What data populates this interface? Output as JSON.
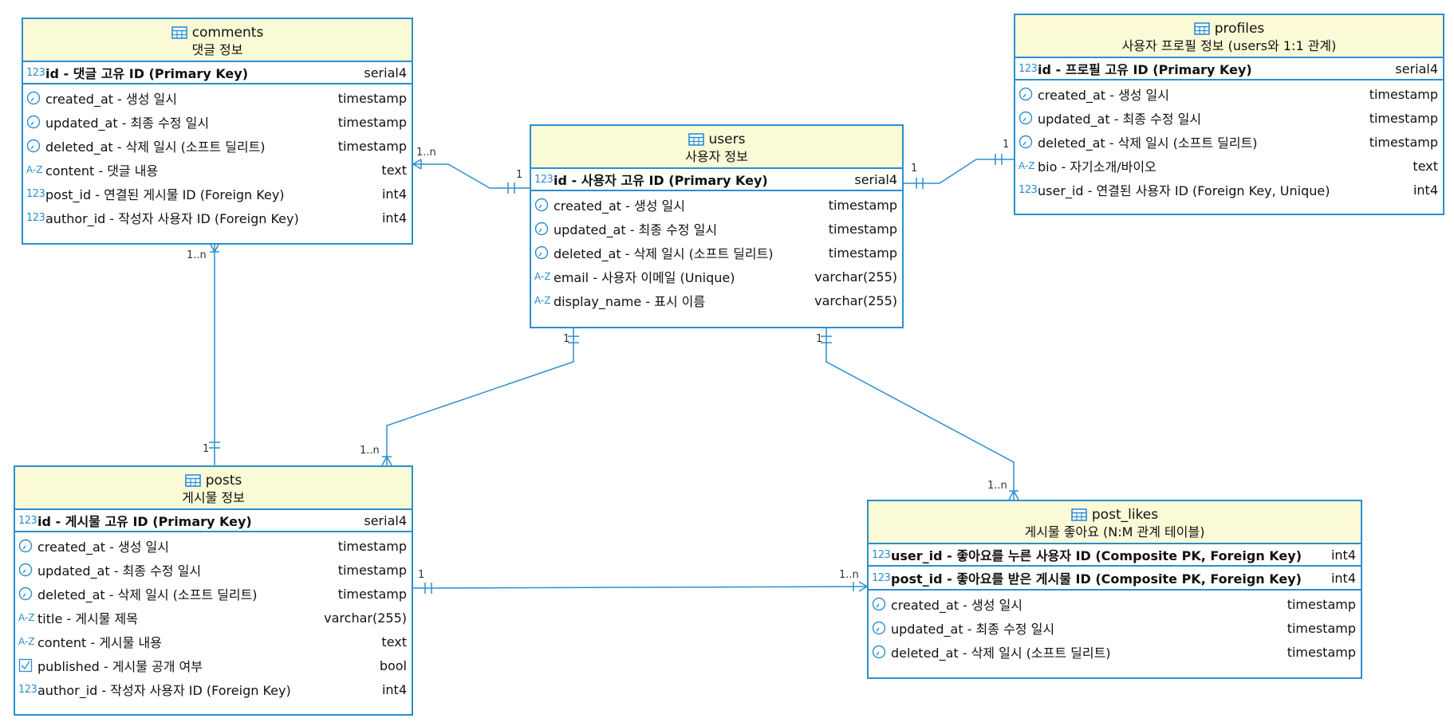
{
  "tables": {
    "comments": {
      "name": "comments",
      "desc": "댓글 정보",
      "pk": [
        {
          "name": "id - 댓글 고유 ID (Primary Key)",
          "type": "serial4",
          "icon": "number-icon"
        }
      ],
      "cols": [
        {
          "name": "created_at - 생성 일시",
          "type": "timestamp",
          "icon": "clock-icon"
        },
        {
          "name": "updated_at - 최종 수정 일시",
          "type": "timestamp",
          "icon": "clock-icon"
        },
        {
          "name": "deleted_at - 삭제 일시 (소프트 딜리트)",
          "type": "timestamp",
          "icon": "clock-icon"
        },
        {
          "name": "content - 댓글 내용",
          "type": "text",
          "icon": "text-icon"
        },
        {
          "name": "post_id - 연결된 게시물 ID (Foreign Key)",
          "type": "int4",
          "icon": "number-icon"
        },
        {
          "name": "author_id - 작성자 사용자 ID (Foreign Key)",
          "type": "int4",
          "icon": "number-icon"
        }
      ]
    },
    "users": {
      "name": "users",
      "desc": "사용자 정보",
      "pk": [
        {
          "name": "id - 사용자 고유 ID (Primary Key)",
          "type": "serial4",
          "icon": "number-icon"
        }
      ],
      "cols": [
        {
          "name": "created_at - 생성 일시",
          "type": "timestamp",
          "icon": "clock-icon"
        },
        {
          "name": "updated_at - 최종 수정 일시",
          "type": "timestamp",
          "icon": "clock-icon"
        },
        {
          "name": "deleted_at - 삭제 일시 (소프트 딜리트)",
          "type": "timestamp",
          "icon": "clock-icon"
        },
        {
          "name": "email - 사용자 이메일 (Unique)",
          "type": "varchar(255)",
          "icon": "text-icon"
        },
        {
          "name": "display_name - 표시 이름",
          "type": "varchar(255)",
          "icon": "text-icon"
        }
      ]
    },
    "profiles": {
      "name": "profiles",
      "desc": "사용자 프로필 정보 (users와 1:1 관계)",
      "pk": [
        {
          "name": "id - 프로필 고유 ID (Primary Key)",
          "type": "serial4",
          "icon": "number-icon"
        }
      ],
      "cols": [
        {
          "name": "created_at - 생성 일시",
          "type": "timestamp",
          "icon": "clock-icon"
        },
        {
          "name": "updated_at - 최종 수정 일시",
          "type": "timestamp",
          "icon": "clock-icon"
        },
        {
          "name": "deleted_at - 삭제 일시 (소프트 딜리트)",
          "type": "timestamp",
          "icon": "clock-icon"
        },
        {
          "name": "bio - 자기소개/바이오",
          "type": "text",
          "icon": "text-icon"
        },
        {
          "name": "user_id - 연결된 사용자 ID (Foreign Key, Unique)",
          "type": "int4",
          "icon": "number-icon"
        }
      ]
    },
    "posts": {
      "name": "posts",
      "desc": "게시물 정보",
      "pk": [
        {
          "name": "id - 게시물 고유 ID (Primary Key)",
          "type": "serial4",
          "icon": "number-icon"
        }
      ],
      "cols": [
        {
          "name": "created_at - 생성 일시",
          "type": "timestamp",
          "icon": "clock-icon"
        },
        {
          "name": "updated_at - 최종 수정 일시",
          "type": "timestamp",
          "icon": "clock-icon"
        },
        {
          "name": "deleted_at - 삭제 일시 (소프트 딜리트)",
          "type": "timestamp",
          "icon": "clock-icon"
        },
        {
          "name": "title - 게시물 제목",
          "type": "varchar(255)",
          "icon": "text-icon"
        },
        {
          "name": "content - 게시물 내용",
          "type": "text",
          "icon": "text-icon"
        },
        {
          "name": "published - 게시물 공개 여부",
          "type": "bool",
          "icon": "checkbox-icon"
        },
        {
          "name": "author_id - 작성자 사용자 ID (Foreign Key)",
          "type": "int4",
          "icon": "number-icon"
        }
      ]
    },
    "post_likes": {
      "name": "post_likes",
      "desc": "게시물 좋아요 (N:M 관계 테이블)",
      "pk": [
        {
          "name": "user_id - 좋아요를 누른 사용자 ID (Composite PK, Foreign Key)",
          "type": "int4",
          "icon": "number-icon"
        },
        {
          "name": "post_id - 좋아요를 받은 게시물 ID (Composite PK, Foreign Key)",
          "type": "int4",
          "icon": "number-icon"
        }
      ],
      "cols": [
        {
          "name": "created_at - 생성 일시",
          "type": "timestamp",
          "icon": "clock-icon"
        },
        {
          "name": "updated_at - 최종 수정 일시",
          "type": "timestamp",
          "icon": "clock-icon"
        },
        {
          "name": "deleted_at - 삭제 일시 (소프트 딜리트)",
          "type": "timestamp",
          "icon": "clock-icon"
        }
      ]
    }
  },
  "icon_glyphs": {
    "number": "123",
    "text": "A-Z"
  },
  "cardinality": {
    "one": "1",
    "many": "1..n"
  },
  "colors": {
    "border": "#2b8fd0",
    "header_bg": "#fbfad6",
    "line": "#2b8fd0"
  }
}
